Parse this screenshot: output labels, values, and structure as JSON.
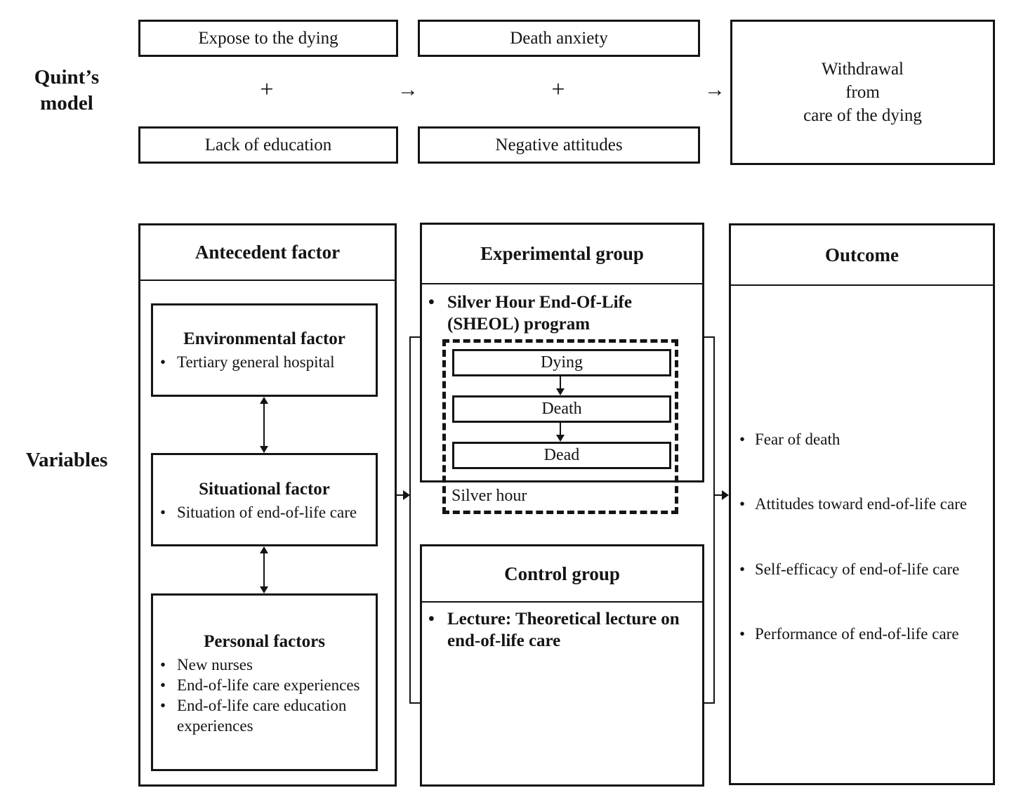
{
  "quint_model": {
    "label_lines": [
      "Quint’s",
      "model"
    ],
    "expose_box": "Expose to the dying",
    "lack_box": "Lack of education",
    "death_anxiety_box": "Death anxiety",
    "negative_attitudes_box": "Negative attitudes",
    "withdrawal_lines": [
      "Withdrawal",
      "from",
      "care of the dying"
    ],
    "plus_sign": "+",
    "arrow_sign": "→"
  },
  "variables": {
    "label": "Variables",
    "antecedent": {
      "header": "Antecedent factor",
      "environmental": {
        "title": "Environmental factor",
        "bullets": [
          "Tertiary general hospital"
        ]
      },
      "situational": {
        "title": "Situational factor",
        "bullets": [
          "Situation of end-of-life care"
        ]
      },
      "personal": {
        "title": "Personal factors",
        "bullets": [
          "New nurses",
          "End-of-life care experiences",
          "End-of-life care education experiences"
        ]
      }
    },
    "experimental": {
      "header": "Experimental group",
      "program_lines": [
        "Silver Hour End-Of-Life",
        "(SHEOL) program"
      ],
      "stages": [
        "Dying",
        "Death",
        "Dead"
      ],
      "silver_hour": "Silver hour"
    },
    "control": {
      "header": "Control group",
      "lecture_lines": [
        "Lecture: Theoretical lecture on",
        "end-of-life care"
      ]
    },
    "outcome": {
      "header": "Outcome",
      "bullets": [
        "Fear of death",
        "Attitudes toward end-of-life care",
        "Self-efficacy of end-of-life care",
        "Performance of end-of-life care"
      ]
    }
  },
  "style": {
    "bullet_glyph": "•",
    "line_color": "#141414",
    "text_color": "#141414",
    "background": "#ffffff"
  }
}
